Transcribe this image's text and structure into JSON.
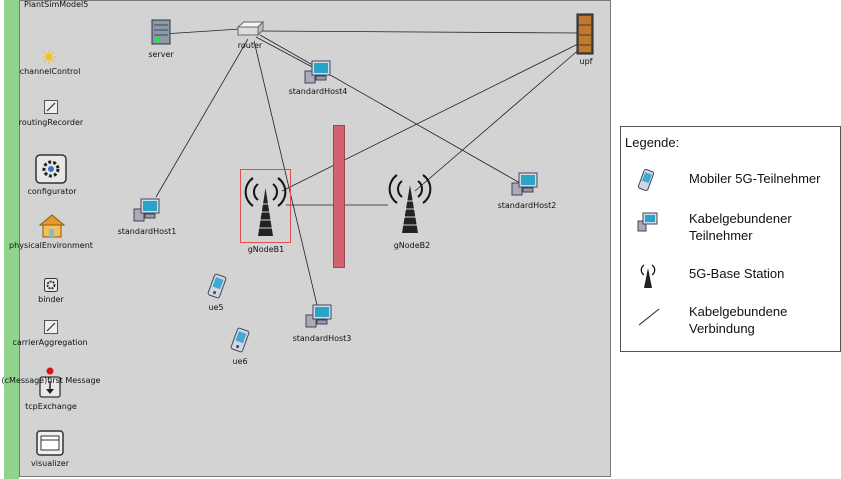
{
  "network": {
    "title": "PlantSimModel5",
    "submodules": {
      "channelControl": "channelControl",
      "routingRecorder": "routingRecorder",
      "configurator": "configurator",
      "physicalEnvironment": "physicalEnvironment",
      "binder": "binder",
      "carrierAggregation": "carrierAggregation",
      "tcpExchange": "tcpExchange",
      "tcpExchangeMessage": "(cMessage)first Message",
      "visualizer": "visualizer"
    },
    "nodes": {
      "server": "server",
      "router": "router",
      "upf": "upf",
      "standardHost4": "standardHost4",
      "standardHost1": "standardHost1",
      "standardHost2": "standardHost2",
      "standardHost3": "standardHost3",
      "gNodeB1": "gNodeB1",
      "gNodeB2": "gNodeB2",
      "ue5": "ue5",
      "ue6": "ue6"
    }
  },
  "legend": {
    "title": "Legende:",
    "items": [
      {
        "label": "Mobiler 5G-Teilnehmer",
        "icon": "mobile-device-icon"
      },
      {
        "label": "Kabelgebundener Teilnehmer",
        "icon": "wired-host-icon"
      },
      {
        "label": "5G-Base Station",
        "icon": "base-station-icon"
      },
      {
        "label": "Kabelgebundene Verbindung",
        "icon": "wire-line-icon"
      }
    ]
  },
  "colors": {
    "canvas": "#d3d3d3",
    "green_strip": "#8fd48a",
    "obstacle": "#d1626f",
    "selection": "#e05050"
  }
}
